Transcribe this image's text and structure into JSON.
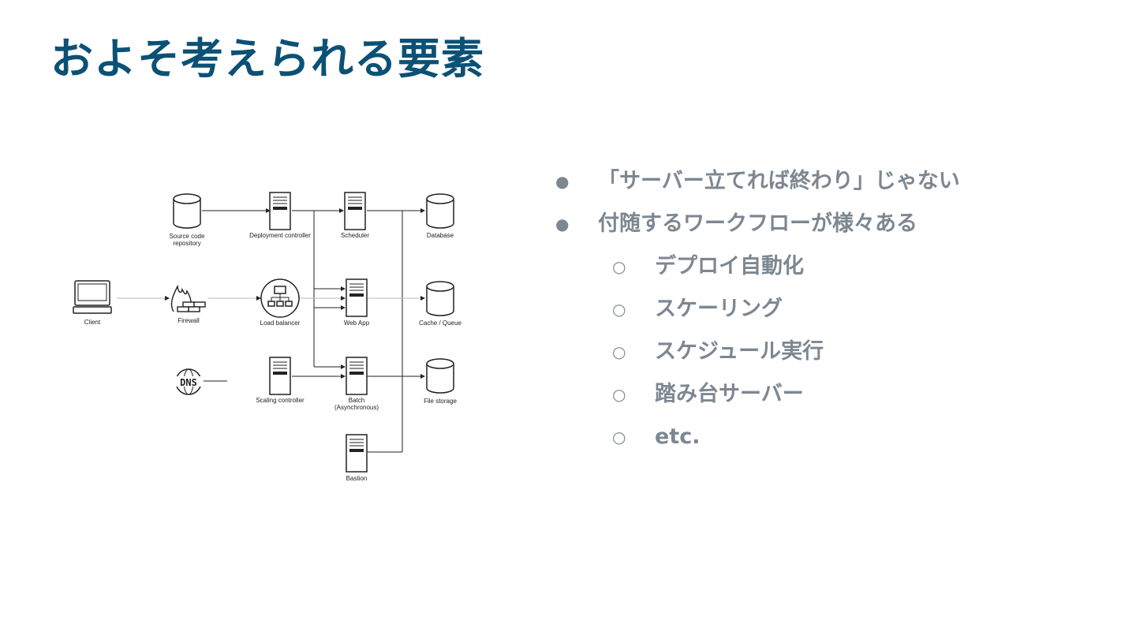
{
  "slide": {
    "title": "およそ考えられる要素"
  },
  "diagram": {
    "labels": {
      "client": "Client",
      "firewall": "Firewall",
      "dns": "DNS",
      "source_code_line1": "Source code",
      "source_code_line2": "repository",
      "deployment_controller": "Deployment controller",
      "load_balancer": "Load balancer",
      "scaling_controller": "Scaling controller",
      "scheduler": "Scheduler",
      "web_app": "Web App",
      "batch_line1": "Batch",
      "batch_line2": "(Asynchronous)",
      "bastion": "Bastion",
      "database": "Database",
      "cache_queue": "Cache / Queue",
      "file_storage": "File storage"
    }
  },
  "bullets": {
    "items": [
      {
        "marker": "●",
        "text": "「サーバー立てれば終わり」じゃない"
      },
      {
        "marker": "●",
        "text": "付随するワークフローが様々ある"
      },
      {
        "marker": "○",
        "text": "デプロイ自動化"
      },
      {
        "marker": "○",
        "text": "スケーリング"
      },
      {
        "marker": "○",
        "text": "スケジュール実行"
      },
      {
        "marker": "○",
        "text": "踏み台サーバー"
      },
      {
        "marker": "○",
        "text": "etc."
      }
    ]
  },
  "colors": {
    "title": "#0b5175",
    "bullet_text": "#7d8791",
    "diagram_stroke": "#222222"
  }
}
